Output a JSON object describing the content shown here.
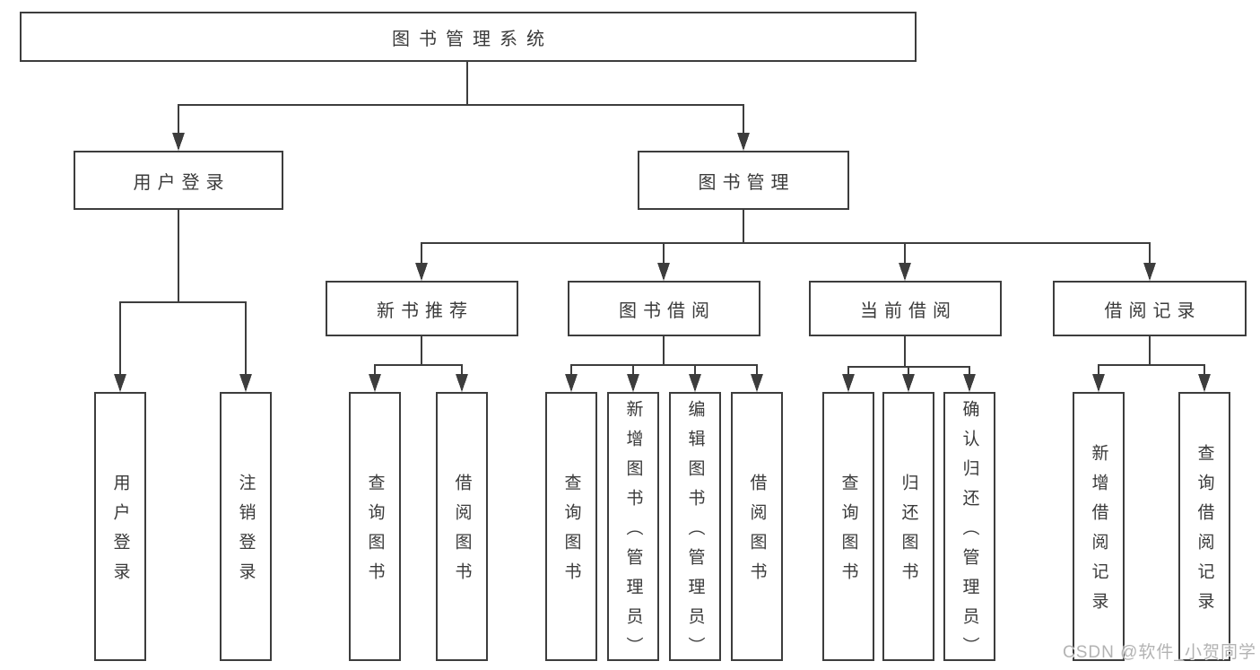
{
  "tree": {
    "label": "图书管理系统",
    "children": [
      {
        "label": "用户登录",
        "children": [
          {
            "label": "用户登录"
          },
          {
            "label": "注销登录"
          }
        ]
      },
      {
        "label": "图书管理",
        "children": [
          {
            "label": "新书推荐",
            "children": [
              {
                "label": "查询图书"
              },
              {
                "label": "借阅图书"
              }
            ]
          },
          {
            "label": "图书借阅",
            "children": [
              {
                "label": "查询图书"
              },
              {
                "label": "新增图书（管理员）"
              },
              {
                "label": "编辑图书（管理员）"
              },
              {
                "label": "借阅图书"
              }
            ]
          },
          {
            "label": "当前借阅",
            "children": [
              {
                "label": "查询图书"
              },
              {
                "label": "归还图书"
              },
              {
                "label": "确认归还（管理员）"
              }
            ]
          },
          {
            "label": "借阅记录",
            "children": [
              {
                "label": "新增借阅记录"
              },
              {
                "label": "查询借阅记录"
              }
            ]
          }
        ]
      }
    ]
  },
  "watermark": {
    "text": "CSDN @软件_小贺同学"
  },
  "colors": {
    "line": "#3d3d3d",
    "text": "#3a3a3a",
    "background": "#ffffff",
    "watermark": "#b3b3b3"
  }
}
